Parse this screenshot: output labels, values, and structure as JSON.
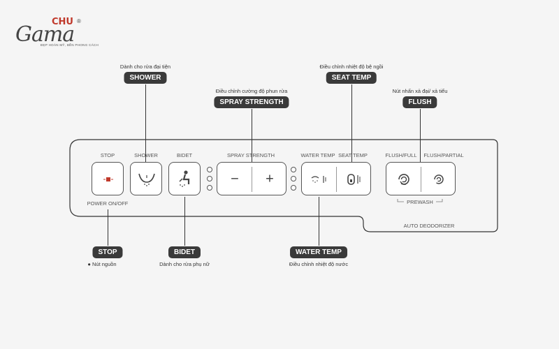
{
  "logo": {
    "word": "Gama",
    "brand": "CHU",
    "registered": "®",
    "tagline": "ĐẸP HOÀN MỸ, BỀN PHONG CÁCH"
  },
  "callouts": {
    "shower": {
      "tag": "SHOWER",
      "desc": "Dành cho rửa đại tiện"
    },
    "spray_strength": {
      "tag": "SPRAY STRENGTH",
      "desc": "Điều chỉnh cường độ phun rửa"
    },
    "seat_temp": {
      "tag": "SEAT TEMP",
      "desc": "Điều chỉnh nhiệt độ bệ ngồi"
    },
    "flush": {
      "tag": "FLUSH",
      "desc": "Nút nhấn xả đại/ xả tiểu"
    },
    "stop": {
      "tag": "STOP",
      "desc": "● Nút nguồn"
    },
    "bidet": {
      "tag": "BIDET",
      "desc": "Dành cho rửa phụ nữ"
    },
    "water_temp": {
      "tag": "WATER TEMP",
      "desc": "Điều chỉnh nhiệt độ nước"
    }
  },
  "panel": {
    "labels": {
      "stop": "STOP",
      "shower": "SHOWER",
      "bidet": "BIDET",
      "spray_strength": "SPRAY STRENGTH",
      "water_temp": "WATER TEMP",
      "seat_temp": "SEAT TEMP",
      "flush_full": "FLUSH/FULL",
      "flush_partial": "FLUSH/PARTIAL",
      "power": "POWER ON/OFF",
      "prewash": "PREWASH",
      "auto_deodorizer": "AUTO DEODORIZER"
    },
    "symbols": {
      "minus": "−",
      "plus": "+"
    }
  },
  "colors": {
    "stop_accent": "#c0392b",
    "tag_bg": "#3a3a3a"
  }
}
